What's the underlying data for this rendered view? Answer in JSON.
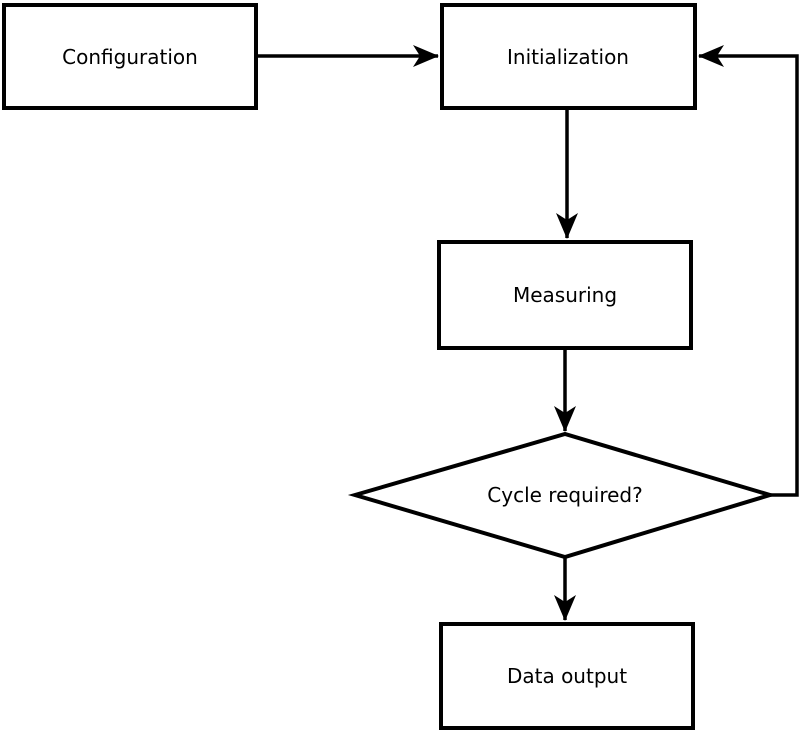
{
  "diagram": {
    "colors": {
      "background": "#ffffff",
      "stroke": "#000000",
      "node_fill": "#ffffff",
      "text": "#000000"
    },
    "nodes": {
      "configuration": {
        "label": "Configuration",
        "shape": "rectangle"
      },
      "initialization": {
        "label": "Initialization",
        "shape": "rectangle"
      },
      "measuring": {
        "label": "Measuring",
        "shape": "rectangle"
      },
      "cycle_required": {
        "label": "Cycle required?",
        "shape": "diamond"
      },
      "data_output": {
        "label": "Data output",
        "shape": "rectangle"
      }
    },
    "edges": [
      {
        "from": "configuration",
        "to": "initialization",
        "direction": "right"
      },
      {
        "from": "initialization",
        "to": "measuring",
        "direction": "down"
      },
      {
        "from": "measuring",
        "to": "cycle_required",
        "direction": "down"
      },
      {
        "from": "cycle_required",
        "to": "data_output",
        "direction": "down"
      },
      {
        "from": "cycle_required",
        "to": "initialization",
        "direction": "feedback-loop-right"
      }
    ]
  }
}
